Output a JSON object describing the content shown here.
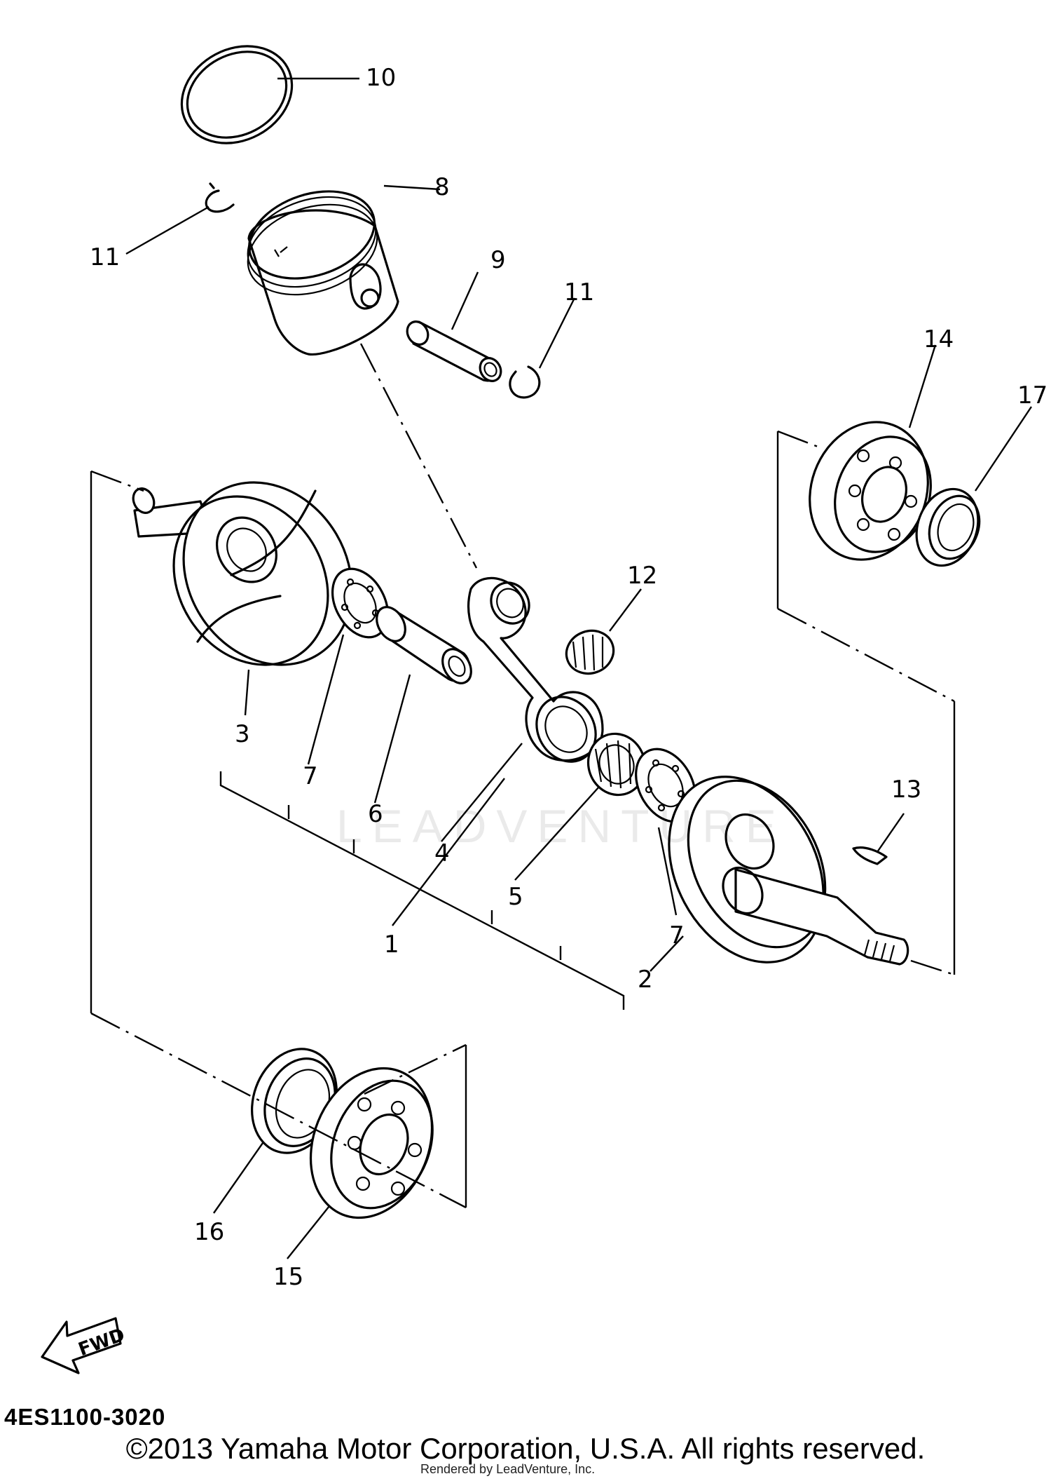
{
  "diagram": {
    "callouts": {
      "c1": "1",
      "c2": "2",
      "c3": "3",
      "c4": "4",
      "c5": "5",
      "c6": "6",
      "c7a": "7",
      "c7b": "7",
      "c8": "8",
      "c9": "9",
      "c10": "10",
      "c11a": "11",
      "c11b": "11",
      "c12": "12",
      "c13": "13",
      "c14": "14",
      "c15": "15",
      "c16": "16",
      "c17": "17"
    },
    "fwd_label": "FWD",
    "part_code": "4ES1100-3020",
    "watermark": "LEADVENTURE"
  },
  "footer": {
    "copyright": "©2013 Yamaha Motor Corporation, U.S.A. All rights reserved.",
    "rendered_by": "Rendered by LeadVenture, Inc."
  }
}
